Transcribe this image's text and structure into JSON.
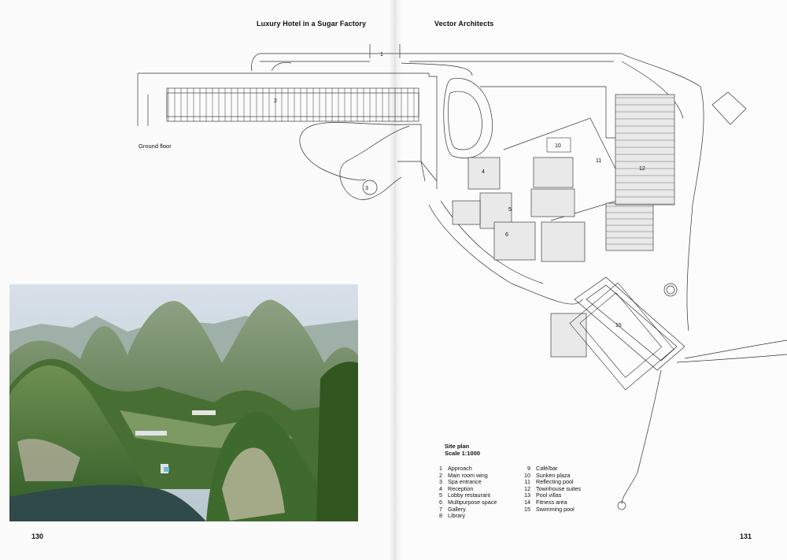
{
  "header": {
    "left_title": "Luxury Hotel in a Sugar Factory",
    "right_title": "Vector Architects"
  },
  "floor_label": "Ground floor",
  "site_plan": {
    "title": "Site plan",
    "scale": "Scale 1:1000",
    "legend_col1": [
      {
        "num": "1",
        "label": "Approach"
      },
      {
        "num": "2",
        "label": "Main room wing"
      },
      {
        "num": "3",
        "label": "Spa entrance"
      },
      {
        "num": "4",
        "label": "Reception"
      },
      {
        "num": "5",
        "label": "Lobby restaurant"
      },
      {
        "num": "6",
        "label": "Multipurpose space"
      },
      {
        "num": "7",
        "label": "Gallery"
      },
      {
        "num": "8",
        "label": "Library"
      }
    ],
    "legend_col2": [
      {
        "num": "9",
        "label": "Café/bar"
      },
      {
        "num": "10",
        "label": "Sunken plaza"
      },
      {
        "num": "11",
        "label": "Reflecting pool"
      },
      {
        "num": "12",
        "label": "Townhouse suites"
      },
      {
        "num": "13",
        "label": "Pool villas"
      },
      {
        "num": "14",
        "label": "Fitness area"
      },
      {
        "num": "15",
        "label": "Swimming pool"
      }
    ],
    "plan_numbers": [
      "1",
      "2",
      "3",
      "4",
      "5",
      "6",
      "10",
      "11",
      "12",
      "15"
    ]
  },
  "page_numbers": {
    "left": "130",
    "right": "131"
  },
  "colors": {
    "paper": "#fcfcfc",
    "ink": "#111111",
    "sky": "#cfd9e3",
    "karst_green": "#4f7a36",
    "river": "#2d4a4a"
  }
}
